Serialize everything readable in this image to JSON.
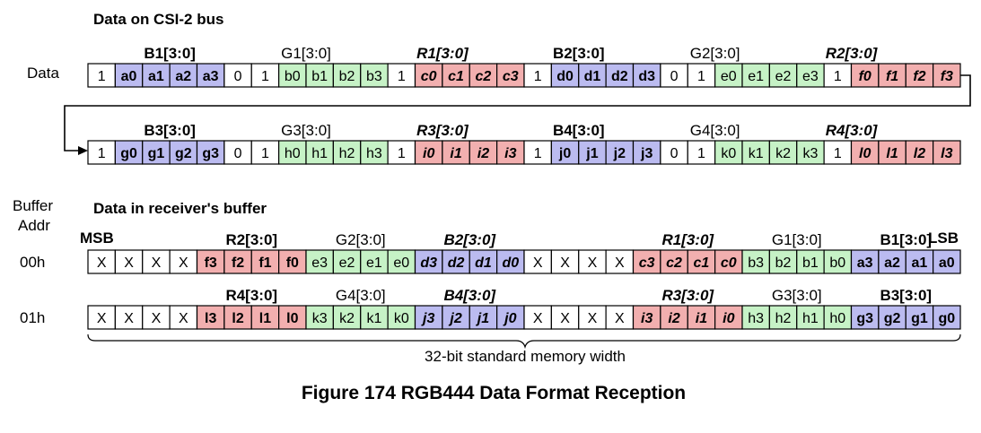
{
  "colors": {
    "blue": "#BBBBF0",
    "green": "#C6F2C6",
    "red": "#F2AFAF",
    "white": "#FFFFFF",
    "stroke": "#000000"
  },
  "bus_section": {
    "title": "Data on CSI-2 bus",
    "row_label": "Data",
    "rows": [
      {
        "headers": [
          {
            "text": "B1[3:0]",
            "style": "bold",
            "cells": [
              1,
              4
            ]
          },
          {
            "text": "G1[3:0]",
            "style": "normal",
            "cells": [
              6,
              9
            ]
          },
          {
            "text": "R1[3:0]",
            "style": "bolditalic",
            "cells": [
              11,
              14
            ]
          },
          {
            "text": "B2[3:0]",
            "style": "bold",
            "cells": [
              16,
              19
            ]
          },
          {
            "text": "G2[3:0]",
            "style": "normal",
            "cells": [
              21,
              24
            ]
          },
          {
            "text": "R2[3:0]",
            "style": "bolditalic",
            "cells": [
              26,
              29
            ]
          }
        ],
        "cells": [
          {
            "t": "1",
            "c": "white",
            "s": "n"
          },
          {
            "t": "a0",
            "c": "blue",
            "s": "b"
          },
          {
            "t": "a1",
            "c": "blue",
            "s": "b"
          },
          {
            "t": "a2",
            "c": "blue",
            "s": "b"
          },
          {
            "t": "a3",
            "c": "blue",
            "s": "b"
          },
          {
            "t": "0",
            "c": "white",
            "s": "n"
          },
          {
            "t": "1",
            "c": "white",
            "s": "n"
          },
          {
            "t": "b0",
            "c": "green",
            "s": "n"
          },
          {
            "t": "b1",
            "c": "green",
            "s": "n"
          },
          {
            "t": "b2",
            "c": "green",
            "s": "n"
          },
          {
            "t": "b3",
            "c": "green",
            "s": "n"
          },
          {
            "t": "1",
            "c": "white",
            "s": "n"
          },
          {
            "t": "c0",
            "c": "red",
            "s": "bi"
          },
          {
            "t": "c1",
            "c": "red",
            "s": "bi"
          },
          {
            "t": "c2",
            "c": "red",
            "s": "bi"
          },
          {
            "t": "c3",
            "c": "red",
            "s": "bi"
          },
          {
            "t": "1",
            "c": "white",
            "s": "n"
          },
          {
            "t": "d0",
            "c": "blue",
            "s": "b"
          },
          {
            "t": "d1",
            "c": "blue",
            "s": "b"
          },
          {
            "t": "d2",
            "c": "blue",
            "s": "b"
          },
          {
            "t": "d3",
            "c": "blue",
            "s": "b"
          },
          {
            "t": "0",
            "c": "white",
            "s": "n"
          },
          {
            "t": "1",
            "c": "white",
            "s": "n"
          },
          {
            "t": "e0",
            "c": "green",
            "s": "n"
          },
          {
            "t": "e1",
            "c": "green",
            "s": "n"
          },
          {
            "t": "e2",
            "c": "green",
            "s": "n"
          },
          {
            "t": "e3",
            "c": "green",
            "s": "n"
          },
          {
            "t": "1",
            "c": "white",
            "s": "n"
          },
          {
            "t": "f0",
            "c": "red",
            "s": "bi"
          },
          {
            "t": "f1",
            "c": "red",
            "s": "bi"
          },
          {
            "t": "f2",
            "c": "red",
            "s": "bi"
          },
          {
            "t": "f3",
            "c": "red",
            "s": "bi"
          }
        ]
      },
      {
        "headers": [
          {
            "text": "B3[3:0]",
            "style": "bold",
            "cells": [
              1,
              4
            ]
          },
          {
            "text": "G3[3:0]",
            "style": "normal",
            "cells": [
              6,
              9
            ]
          },
          {
            "text": "R3[3:0]",
            "style": "bolditalic",
            "cells": [
              11,
              14
            ]
          },
          {
            "text": "B4[3:0]",
            "style": "bold",
            "cells": [
              16,
              19
            ]
          },
          {
            "text": "G4[3:0]",
            "style": "normal",
            "cells": [
              21,
              24
            ]
          },
          {
            "text": "R4[3:0]",
            "style": "bolditalic",
            "cells": [
              26,
              29
            ]
          }
        ],
        "cells": [
          {
            "t": "1",
            "c": "white",
            "s": "n"
          },
          {
            "t": "g0",
            "c": "blue",
            "s": "b"
          },
          {
            "t": "g1",
            "c": "blue",
            "s": "b"
          },
          {
            "t": "g2",
            "c": "blue",
            "s": "b"
          },
          {
            "t": "g3",
            "c": "blue",
            "s": "b"
          },
          {
            "t": "0",
            "c": "white",
            "s": "n"
          },
          {
            "t": "1",
            "c": "white",
            "s": "n"
          },
          {
            "t": "h0",
            "c": "green",
            "s": "n"
          },
          {
            "t": "h1",
            "c": "green",
            "s": "n"
          },
          {
            "t": "h2",
            "c": "green",
            "s": "n"
          },
          {
            "t": "h3",
            "c": "green",
            "s": "n"
          },
          {
            "t": "1",
            "c": "white",
            "s": "n"
          },
          {
            "t": "i0",
            "c": "red",
            "s": "bi"
          },
          {
            "t": "i1",
            "c": "red",
            "s": "bi"
          },
          {
            "t": "i2",
            "c": "red",
            "s": "bi"
          },
          {
            "t": "i3",
            "c": "red",
            "s": "bi"
          },
          {
            "t": "1",
            "c": "white",
            "s": "n"
          },
          {
            "t": "j0",
            "c": "blue",
            "s": "b"
          },
          {
            "t": "j1",
            "c": "blue",
            "s": "b"
          },
          {
            "t": "j2",
            "c": "blue",
            "s": "b"
          },
          {
            "t": "j3",
            "c": "blue",
            "s": "b"
          },
          {
            "t": "0",
            "c": "white",
            "s": "n"
          },
          {
            "t": "1",
            "c": "white",
            "s": "n"
          },
          {
            "t": "k0",
            "c": "green",
            "s": "n"
          },
          {
            "t": "k1",
            "c": "green",
            "s": "n"
          },
          {
            "t": "k2",
            "c": "green",
            "s": "n"
          },
          {
            "t": "k3",
            "c": "green",
            "s": "n"
          },
          {
            "t": "1",
            "c": "white",
            "s": "n"
          },
          {
            "t": "l0",
            "c": "red",
            "s": "bi"
          },
          {
            "t": "l1",
            "c": "red",
            "s": "bi"
          },
          {
            "t": "l2",
            "c": "red",
            "s": "bi"
          },
          {
            "t": "l3",
            "c": "red",
            "s": "bi"
          }
        ]
      }
    ]
  },
  "buffer_section": {
    "title": "Data in receiver's buffer",
    "addr_label": [
      "Buffer",
      "Addr"
    ],
    "msb": "MSB",
    "lsb": "LSB",
    "rows": [
      {
        "addr": "00h",
        "headers": [
          {
            "text": "R2[3:0]",
            "style": "bold",
            "cells": [
              4,
              7
            ]
          },
          {
            "text": "G2[3:0]",
            "style": "normal",
            "cells": [
              8,
              11
            ]
          },
          {
            "text": "B2[3:0]",
            "style": "bolditalic",
            "cells": [
              12,
              15
            ]
          },
          {
            "text": "R1[3:0]",
            "style": "bolditalic",
            "cells": [
              20,
              23
            ]
          },
          {
            "text": "G1[3:0]",
            "style": "normal",
            "cells": [
              24,
              27
            ]
          },
          {
            "text": "B1[3:0]",
            "style": "bold",
            "cells": [
              28,
              31
            ]
          }
        ],
        "cells": [
          {
            "t": "X",
            "c": "white",
            "s": "n"
          },
          {
            "t": "X",
            "c": "white",
            "s": "n"
          },
          {
            "t": "X",
            "c": "white",
            "s": "n"
          },
          {
            "t": "X",
            "c": "white",
            "s": "n"
          },
          {
            "t": "f3",
            "c": "red",
            "s": "b"
          },
          {
            "t": "f2",
            "c": "red",
            "s": "b"
          },
          {
            "t": "f1",
            "c": "red",
            "s": "b"
          },
          {
            "t": "f0",
            "c": "red",
            "s": "b"
          },
          {
            "t": "e3",
            "c": "green",
            "s": "n"
          },
          {
            "t": "e2",
            "c": "green",
            "s": "n"
          },
          {
            "t": "e1",
            "c": "green",
            "s": "n"
          },
          {
            "t": "e0",
            "c": "green",
            "s": "n"
          },
          {
            "t": "d3",
            "c": "blue",
            "s": "bi"
          },
          {
            "t": "d2",
            "c": "blue",
            "s": "bi"
          },
          {
            "t": "d1",
            "c": "blue",
            "s": "bi"
          },
          {
            "t": "d0",
            "c": "blue",
            "s": "bi"
          },
          {
            "t": "X",
            "c": "white",
            "s": "n"
          },
          {
            "t": "X",
            "c": "white",
            "s": "n"
          },
          {
            "t": "X",
            "c": "white",
            "s": "n"
          },
          {
            "t": "X",
            "c": "white",
            "s": "n"
          },
          {
            "t": "c3",
            "c": "red",
            "s": "bi"
          },
          {
            "t": "c2",
            "c": "red",
            "s": "bi"
          },
          {
            "t": "c1",
            "c": "red",
            "s": "bi"
          },
          {
            "t": "c0",
            "c": "red",
            "s": "bi"
          },
          {
            "t": "b3",
            "c": "green",
            "s": "n"
          },
          {
            "t": "b2",
            "c": "green",
            "s": "n"
          },
          {
            "t": "b1",
            "c": "green",
            "s": "n"
          },
          {
            "t": "b0",
            "c": "green",
            "s": "n"
          },
          {
            "t": "a3",
            "c": "blue",
            "s": "b"
          },
          {
            "t": "a2",
            "c": "blue",
            "s": "b"
          },
          {
            "t": "a1",
            "c": "blue",
            "s": "b"
          },
          {
            "t": "a0",
            "c": "blue",
            "s": "b"
          }
        ]
      },
      {
        "addr": "01h",
        "headers": [
          {
            "text": "R4[3:0]",
            "style": "bold",
            "cells": [
              4,
              7
            ]
          },
          {
            "text": "G4[3:0]",
            "style": "normal",
            "cells": [
              8,
              11
            ]
          },
          {
            "text": "B4[3:0]",
            "style": "bolditalic",
            "cells": [
              12,
              15
            ]
          },
          {
            "text": "R3[3:0]",
            "style": "bolditalic",
            "cells": [
              20,
              23
            ]
          },
          {
            "text": "G3[3:0]",
            "style": "normal",
            "cells": [
              24,
              27
            ]
          },
          {
            "text": "B3[3:0]",
            "style": "bold",
            "cells": [
              28,
              31
            ]
          }
        ],
        "cells": [
          {
            "t": "X",
            "c": "white",
            "s": "n"
          },
          {
            "t": "X",
            "c": "white",
            "s": "n"
          },
          {
            "t": "X",
            "c": "white",
            "s": "n"
          },
          {
            "t": "X",
            "c": "white",
            "s": "n"
          },
          {
            "t": "l3",
            "c": "red",
            "s": "b"
          },
          {
            "t": "l2",
            "c": "red",
            "s": "b"
          },
          {
            "t": "l1",
            "c": "red",
            "s": "b"
          },
          {
            "t": "l0",
            "c": "red",
            "s": "b"
          },
          {
            "t": "k3",
            "c": "green",
            "s": "n"
          },
          {
            "t": "k2",
            "c": "green",
            "s": "n"
          },
          {
            "t": "k1",
            "c": "green",
            "s": "n"
          },
          {
            "t": "k0",
            "c": "green",
            "s": "n"
          },
          {
            "t": "j3",
            "c": "blue",
            "s": "bi"
          },
          {
            "t": "j2",
            "c": "blue",
            "s": "bi"
          },
          {
            "t": "j1",
            "c": "blue",
            "s": "bi"
          },
          {
            "t": "j0",
            "c": "blue",
            "s": "bi"
          },
          {
            "t": "X",
            "c": "white",
            "s": "n"
          },
          {
            "t": "X",
            "c": "white",
            "s": "n"
          },
          {
            "t": "X",
            "c": "white",
            "s": "n"
          },
          {
            "t": "X",
            "c": "white",
            "s": "n"
          },
          {
            "t": "i3",
            "c": "red",
            "s": "bi"
          },
          {
            "t": "i2",
            "c": "red",
            "s": "bi"
          },
          {
            "t": "i1",
            "c": "red",
            "s": "bi"
          },
          {
            "t": "i0",
            "c": "red",
            "s": "bi"
          },
          {
            "t": "h3",
            "c": "green",
            "s": "n"
          },
          {
            "t": "h2",
            "c": "green",
            "s": "n"
          },
          {
            "t": "h1",
            "c": "green",
            "s": "n"
          },
          {
            "t": "h0",
            "c": "green",
            "s": "n"
          },
          {
            "t": "g3",
            "c": "blue",
            "s": "b"
          },
          {
            "t": "g2",
            "c": "blue",
            "s": "b"
          },
          {
            "t": "g1",
            "c": "blue",
            "s": "b"
          },
          {
            "t": "g0",
            "c": "blue",
            "s": "b"
          }
        ]
      }
    ],
    "width_label": "32-bit standard memory width"
  },
  "figure_caption": "Figure 174 RGB444 Data Format Reception"
}
